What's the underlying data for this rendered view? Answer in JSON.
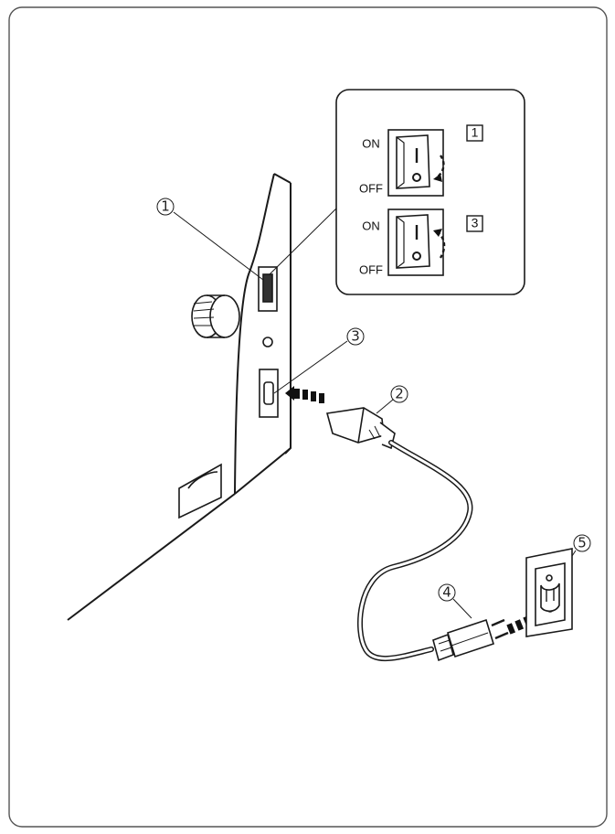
{
  "callouts": {
    "c1": "1",
    "c2": "2",
    "c3": "3",
    "c4": "4",
    "c5": "5"
  },
  "inset": {
    "top_switch": {
      "on_label": "ON",
      "off_label": "OFF",
      "step": "1"
    },
    "bottom_switch": {
      "on_label": "ON",
      "off_label": "OFF",
      "step": "3"
    }
  },
  "colors": {
    "line": "#1a1a1a",
    "frame": "#555555",
    "background": "#ffffff"
  }
}
